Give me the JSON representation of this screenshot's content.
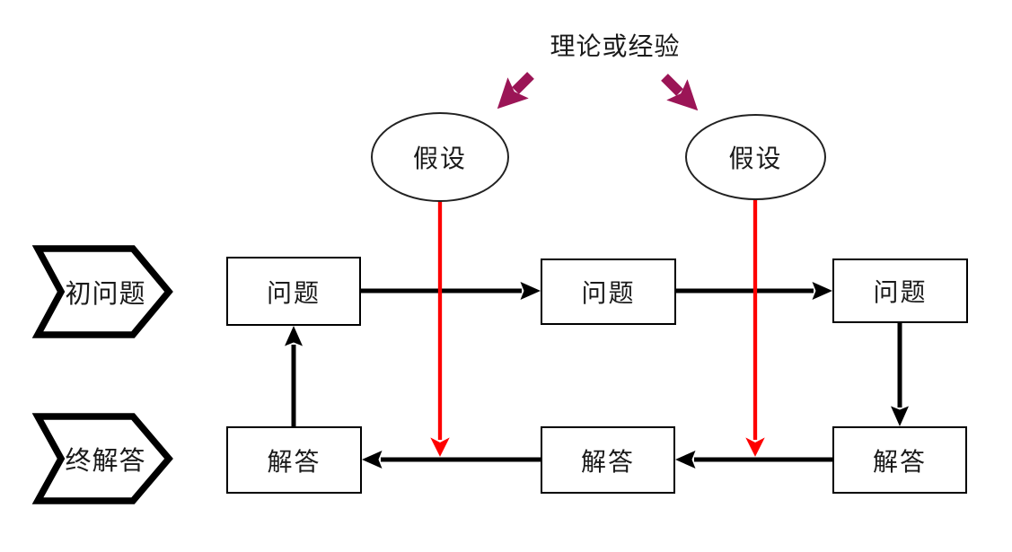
{
  "labels": {
    "theory": "理论或经验",
    "initial_problem": "初问题",
    "final_answer": "终解答"
  },
  "hypothesis": [
    {
      "label": "假设"
    },
    {
      "label": "假设"
    }
  ],
  "problems": [
    {
      "label": "问题"
    },
    {
      "label": "问题"
    },
    {
      "label": "问题"
    }
  ],
  "answers": [
    {
      "label": "解答"
    },
    {
      "label": "解答"
    },
    {
      "label": "解答"
    }
  ],
  "colors": {
    "line_black": "#000000",
    "arrow_red": "#fe0000",
    "arrow_purple": "#9b1556",
    "box_border": "#000000",
    "background": "#ffffff"
  }
}
